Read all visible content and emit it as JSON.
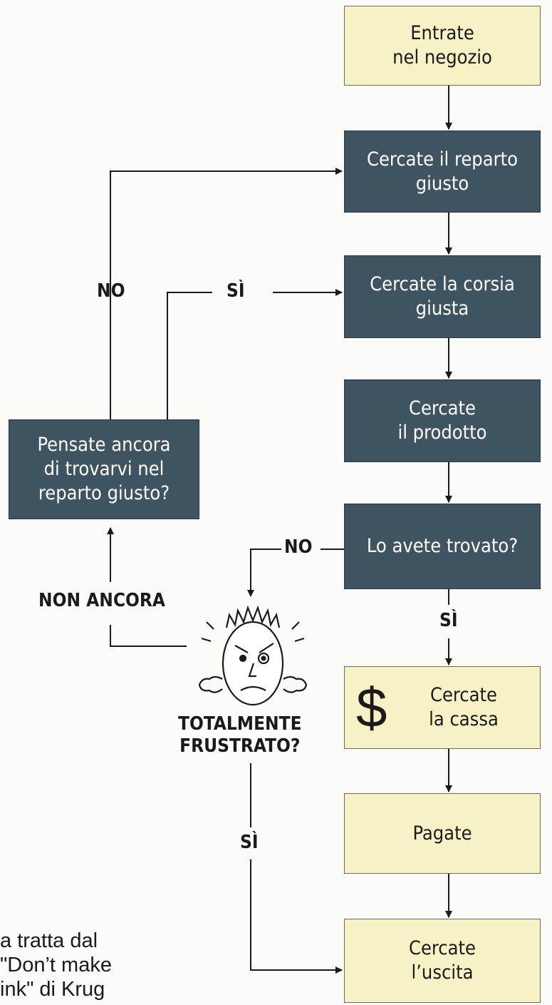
{
  "boxes": {
    "enter_store": "Entrate\nnel negozio",
    "find_department": "Cercate il reparto\ngiusto",
    "find_aisle": "Cercate la corsia\ngiusta",
    "find_product": "Cercate\nil prodotto",
    "found_it": "Lo avete trovato?",
    "find_checkout": "Cercate\nla cassa",
    "pay": "Pagate",
    "find_exit": "Cercate\nl’uscita",
    "still_right_department": "Pensate ancora\ndi trovarvi nel\nreparto giusto?"
  },
  "labels": {
    "no_left": "NO",
    "yes_aisle": "SÌ",
    "no_found": "NO",
    "yes_found": "SÌ",
    "not_yet": "NON ANCORA",
    "frustrated": "TOTALMENTE\nFRUSTRATO?",
    "yes_frustrated": "SÌ"
  },
  "dollar_symbol": "$",
  "caption": "a    tratta    dal\n \"Don’t   make\nink\" di Krug",
  "icons": [
    "frustrated-face-icon",
    "dollar-icon"
  ],
  "colors": {
    "light_box": "#f7f1c6",
    "dark_box": "#3f5461",
    "line": "#1a1a1a"
  }
}
